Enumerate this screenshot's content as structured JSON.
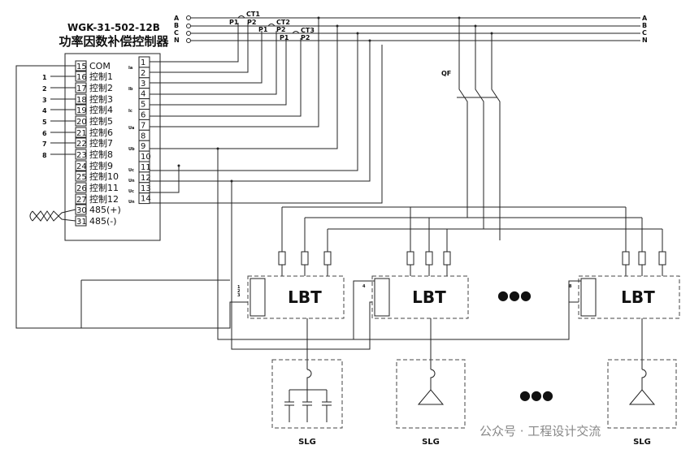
{
  "controller": {
    "model": "WGK-31-502-12B",
    "name": "功率因数补偿控制器",
    "left_terminals": [
      {
        "num": "15",
        "label": "COM"
      },
      {
        "num": "16",
        "label": "控制1"
      },
      {
        "num": "17",
        "label": "控制2"
      },
      {
        "num": "18",
        "label": "控制3"
      },
      {
        "num": "19",
        "label": "控制4"
      },
      {
        "num": "20",
        "label": "控制5"
      },
      {
        "num": "21",
        "label": "控制6"
      },
      {
        "num": "22",
        "label": "控制7"
      },
      {
        "num": "23",
        "label": "控制8"
      },
      {
        "num": "24",
        "label": "控制9"
      },
      {
        "num": "25",
        "label": "控制10"
      },
      {
        "num": "26",
        "label": "控制11"
      },
      {
        "num": "27",
        "label": "控制12"
      },
      {
        "num": "30",
        "label": "485(+)"
      },
      {
        "num": "31",
        "label": "485(-)"
      }
    ],
    "right_terminals": [
      "1",
      "2",
      "3",
      "4",
      "5",
      "6",
      "7",
      "8",
      "9",
      "10",
      "11",
      "12",
      "13",
      "14"
    ],
    "signal_labels": {
      "ia": "Ia",
      "ib": "Ib",
      "ic": "Ic",
      "ua": "Ua",
      "ub": "Ub",
      "uc": "Uc",
      "un1": "Un",
      "un2": "Un"
    },
    "output_numbers": [
      "1",
      "2",
      "3",
      "4",
      "5",
      "6",
      "7",
      "8"
    ]
  },
  "phases": [
    "A",
    "B",
    "C",
    "N"
  ],
  "cts": [
    {
      "name": "CT1",
      "p1": "P1",
      "p2": "P2"
    },
    {
      "name": "CT2",
      "p1": "P1",
      "p2": "P2"
    },
    {
      "name": "CT3",
      "p1": "P1",
      "p2": "P2"
    }
  ],
  "breaker": "QF",
  "lbt_units": [
    {
      "label": "LBT",
      "inputs": [
        "1",
        "2",
        "3"
      ]
    },
    {
      "label": "LBT",
      "inputs": [
        "4"
      ]
    },
    {
      "label": "LBT",
      "inputs": [
        "8"
      ]
    }
  ],
  "ellipsis": "●●●",
  "slg_units": [
    "SLG",
    "SLG",
    "SLG"
  ],
  "watermark": "公众号 · 工程设计交流"
}
